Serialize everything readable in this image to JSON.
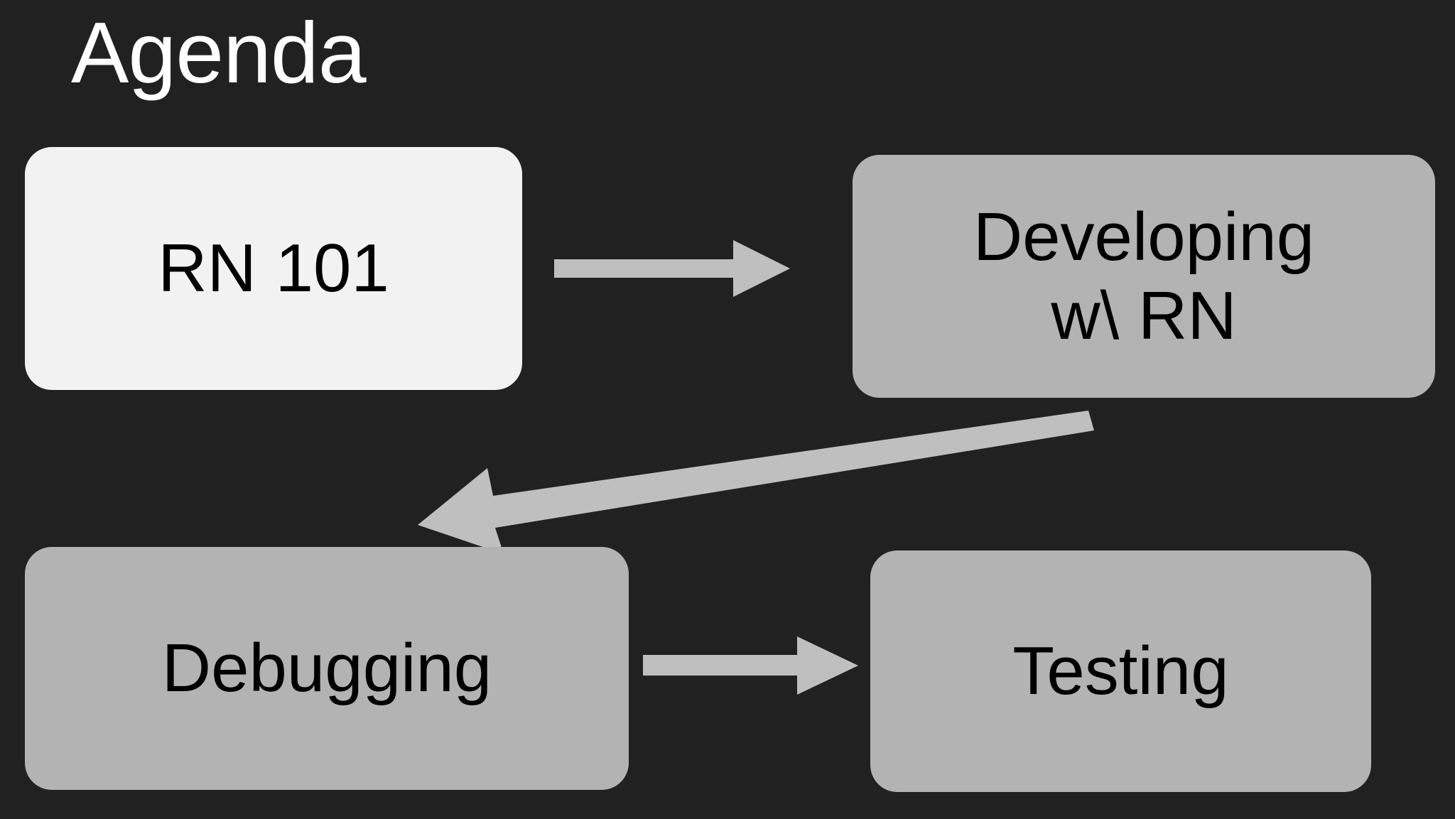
{
  "slide": {
    "title": "Agenda",
    "background_color": "#212121",
    "title_color": "#ffffff"
  },
  "diagram": {
    "type": "flowchart",
    "connector_color": "#bfbfbf",
    "nodes": [
      {
        "id": "rn101",
        "label": "RN 101",
        "fill": "#f2f2f2",
        "text_color": "#000000",
        "position": "top-left"
      },
      {
        "id": "developing",
        "label": "Developing\nw\\ RN",
        "line1": "Developing",
        "line2": "w\\ RN",
        "fill": "#b3b3b3",
        "text_color": "#000000",
        "position": "top-right"
      },
      {
        "id": "debugging",
        "label": "Debugging",
        "fill": "#b3b3b3",
        "text_color": "#000000",
        "position": "bottom-left"
      },
      {
        "id": "testing",
        "label": "Testing",
        "fill": "#b3b3b3",
        "text_color": "#000000",
        "position": "bottom-right"
      }
    ],
    "edges": [
      {
        "id": "rn101-to-developing",
        "from": "rn101",
        "to": "developing",
        "direction": "right"
      },
      {
        "id": "developing-to-debugging",
        "from": "developing",
        "to": "debugging",
        "direction": "diagonal-down-left"
      },
      {
        "id": "debugging-to-testing",
        "from": "debugging",
        "to": "testing",
        "direction": "right"
      }
    ]
  }
}
